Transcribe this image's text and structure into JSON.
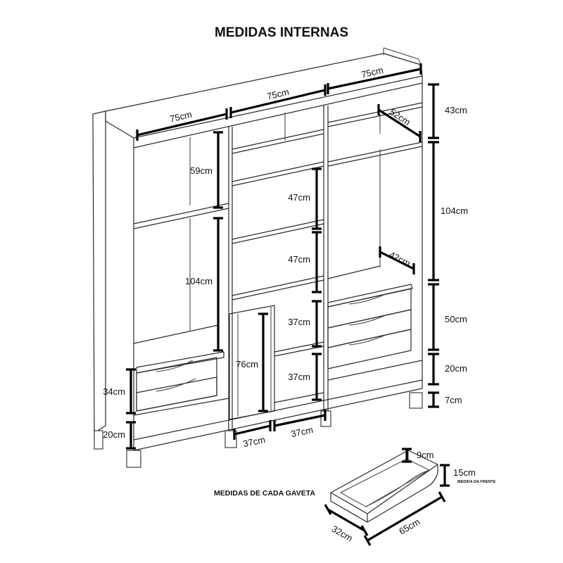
{
  "title": "MEDIDAS INTERNAS",
  "drawer_caption": "MEDIDAS DE CADA GAVETA",
  "dimensions": {
    "top_left_width": "75cm",
    "top_middle_width": "75cm",
    "top_right_width": "75cm",
    "top_right_depth": "52cm",
    "left_upper_niche": "59cm",
    "left_hanging": "104cm",
    "left_drawers": "34cm",
    "left_bottom_niche": "20cm",
    "middle_shelf_1": "47cm",
    "middle_shelf_2": "47cm",
    "middle_niche_1": "37cm",
    "middle_niche_2": "37cm",
    "middle_door_height": "76cm",
    "bottom_width_1": "37cm",
    "bottom_width_2": "37cm",
    "right_top_niche": "43cm",
    "right_hanging": "104cm",
    "right_drawer_depth": "42cm",
    "right_drawers": "50cm",
    "right_bottom_niche": "20cm",
    "feet_height": "7cm"
  },
  "drawer": {
    "inner_height": "9cm",
    "front_height": "15cm",
    "front_note": "MEDIDA DA FRENTE",
    "width": "32cm",
    "depth": "65cm"
  }
}
